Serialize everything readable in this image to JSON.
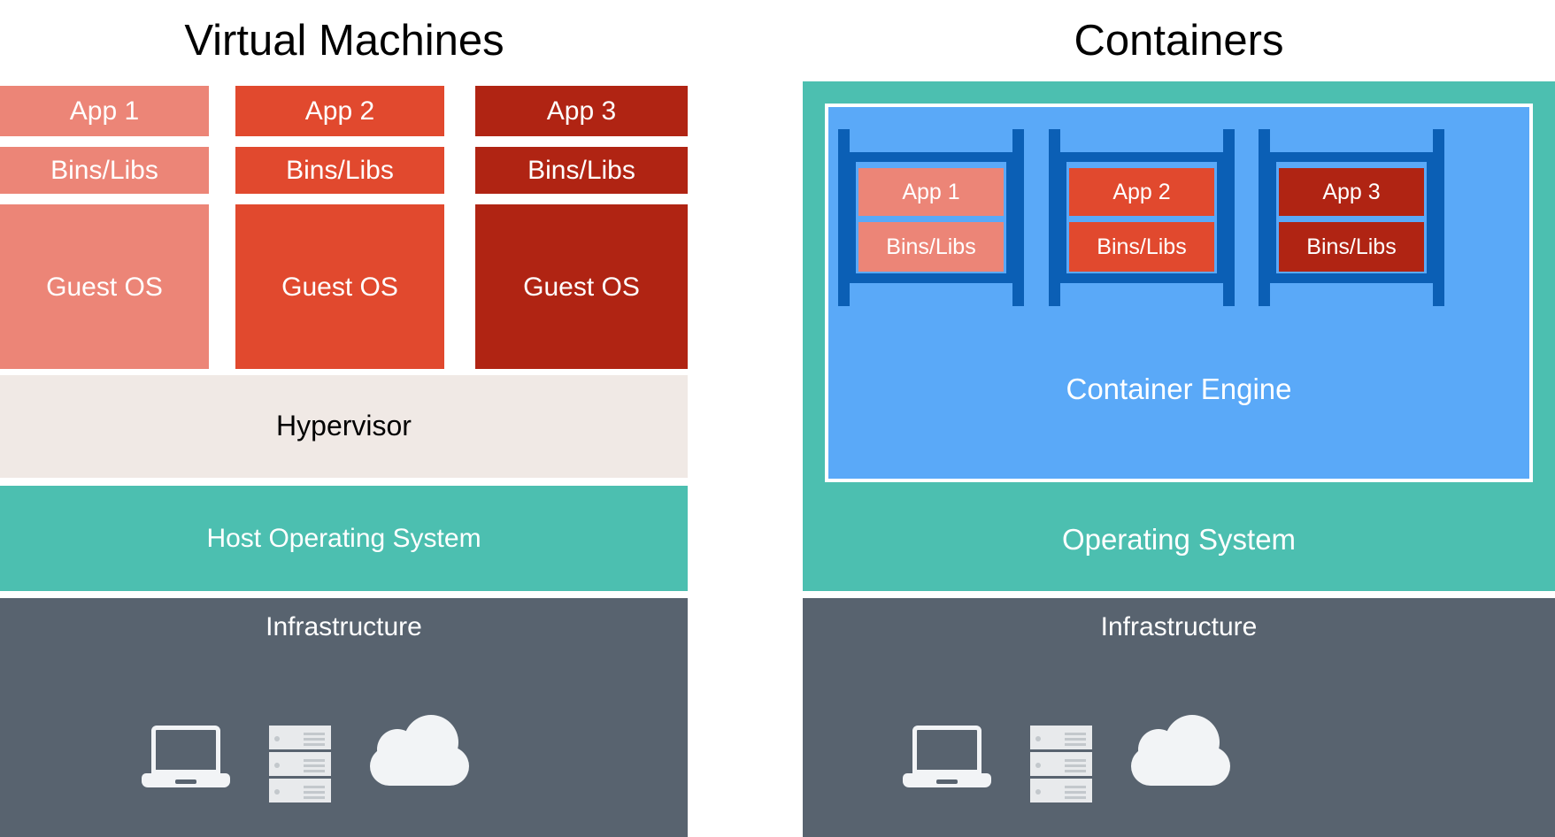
{
  "panels": {
    "vm": {
      "title": "Virtual Machines",
      "columns": [
        {
          "app": "App 1",
          "libs": "Bins/Libs",
          "os": "Guest OS",
          "color": "#ec8577"
        },
        {
          "app": "App 2",
          "libs": "Bins/Libs",
          "os": "Guest OS",
          "color": "#e1492e"
        },
        {
          "app": "App 3",
          "libs": "Bins/Libs",
          "os": "Guest OS",
          "color": "#b02413"
        }
      ],
      "hypervisor": "Hypervisor",
      "host_os": "Host Operating System",
      "infrastructure": "Infrastructure"
    },
    "containers": {
      "title": "Containers",
      "racks": [
        {
          "app": "App 1",
          "libs": "Bins/Libs",
          "color": "#ec8577"
        },
        {
          "app": "App 2",
          "libs": "Bins/Libs",
          "color": "#e1492e"
        },
        {
          "app": "App 3",
          "libs": "Bins/Libs",
          "color": "#b02413"
        }
      ],
      "engine": "Container Engine",
      "os": "Operating System",
      "infrastructure": "Infrastructure"
    }
  },
  "icons": {
    "laptop": "laptop-icon",
    "server": "server-rack-icon",
    "cloud": "cloud-icon"
  },
  "colors": {
    "app1": "#ec8577",
    "app2": "#e1492e",
    "app3": "#b02413",
    "hypervisor": "#f0e9e5",
    "os_teal": "#4cbfb0",
    "infra_slate": "#58636f",
    "engine_blue": "#5aa9f8",
    "rack_blue": "#0b5fb5",
    "text_white": "#ffffff",
    "text_black": "#000000"
  }
}
